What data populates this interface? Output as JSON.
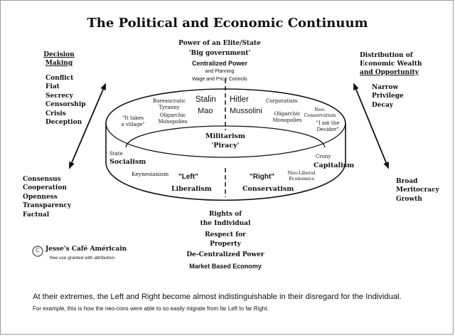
{
  "title": "The Political and Economic Continuum",
  "top_labels": [
    "Power of an Elite/State",
    "'Big government'",
    "Centralized Power",
    "and Planning",
    "Wage and Price Controls"
  ],
  "left_heading": [
    "Decision",
    "Making"
  ],
  "left_top_items": [
    "Conflict",
    "Fiat",
    "Secrecy",
    "Censorship",
    "Crisis",
    "Deception"
  ],
  "left_bottom_items": [
    "Consensus",
    "Cooperation",
    "Openness",
    "Transparency",
    "Factual"
  ],
  "right_heading": [
    "Distribution of",
    "Economic Wealth",
    "and Opportunity"
  ],
  "right_top_items": [
    "Narrow",
    "Privilege",
    "Decay"
  ],
  "right_bottom_items": [
    "Broad",
    "Meritocracy",
    "Growth"
  ],
  "ring": {
    "bureaucratic": [
      "Bureaucratic",
      "Tyranny"
    ],
    "oligarchic_left": [
      "Oligarchic",
      "Monopolies"
    ],
    "stalin": "Stalin",
    "mao": "Mao",
    "hitler": "Hitler",
    "mussolini": "Mussolini",
    "corporatism": "Corporatism",
    "neo_conservatism": [
      "Neo-",
      "Conservatism"
    ],
    "oligarchic_right": [
      "Oligarchic",
      "Monopolies"
    ],
    "village": [
      "\"It takes",
      "a village\""
    ],
    "decider": [
      "\"I am the",
      "Decider\""
    ],
    "militarism": "Militarism",
    "piracy": "'Piracy'",
    "state": "State",
    "socialism": "Socialism",
    "crony": "Crony",
    "capitalism": "Capitalism",
    "keynesianism": "Keynesianism",
    "left_quote": "\"Left\"",
    "liberalism": "Liberalism",
    "right_quote": "\"Right\"",
    "neo_liberal": [
      "Neo-Liberal",
      "Economics"
    ],
    "conservatism": "Conservatism"
  },
  "bottom_labels": [
    "Rights of",
    "the Individual",
    "Respect for",
    "Property",
    "De-Centralized Power",
    "Market Based Economy"
  ],
  "copyright_symbol": "C",
  "credit": "Jesse's Café Américain",
  "credit_note": "free use granted with attribution",
  "footer_main": "At their extremes, the Left and Right become almost indistinguishable in their disregard for the Individual.",
  "footer_sub": "For example, this is how the neo-cons were able to so easily migrate from far Left to far Right."
}
